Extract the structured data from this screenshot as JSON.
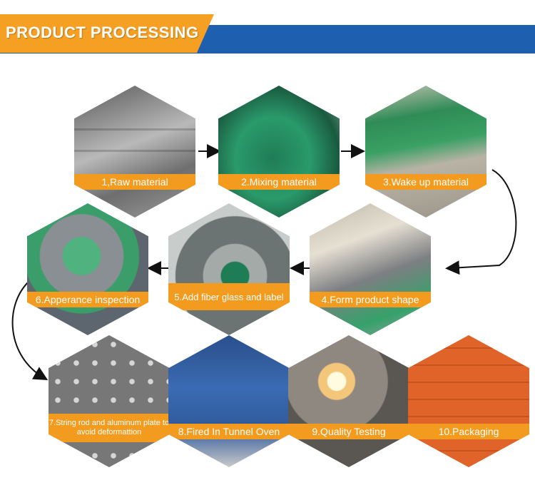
{
  "header": {
    "title": "PRODUCT PROCESSING"
  },
  "colors": {
    "accent_orange": "#f29b1e",
    "header_blue": "#1f5fb0",
    "arrow": "#111111"
  },
  "steps": [
    {
      "label": "1,Raw material"
    },
    {
      "label": "2.Mixing material"
    },
    {
      "label": "3.Wake up material"
    },
    {
      "label": "6.Apperance inspection"
    },
    {
      "label": "5.Add fiber glass and label"
    },
    {
      "label": "4.Form product shape"
    },
    {
      "label": "7.String rod and aluminum plate to avoid deformattion"
    },
    {
      "label": "8.Fired In Tunnel Oven"
    },
    {
      "label": "9.Quality Testing"
    },
    {
      "label": "10.Packaging"
    }
  ]
}
